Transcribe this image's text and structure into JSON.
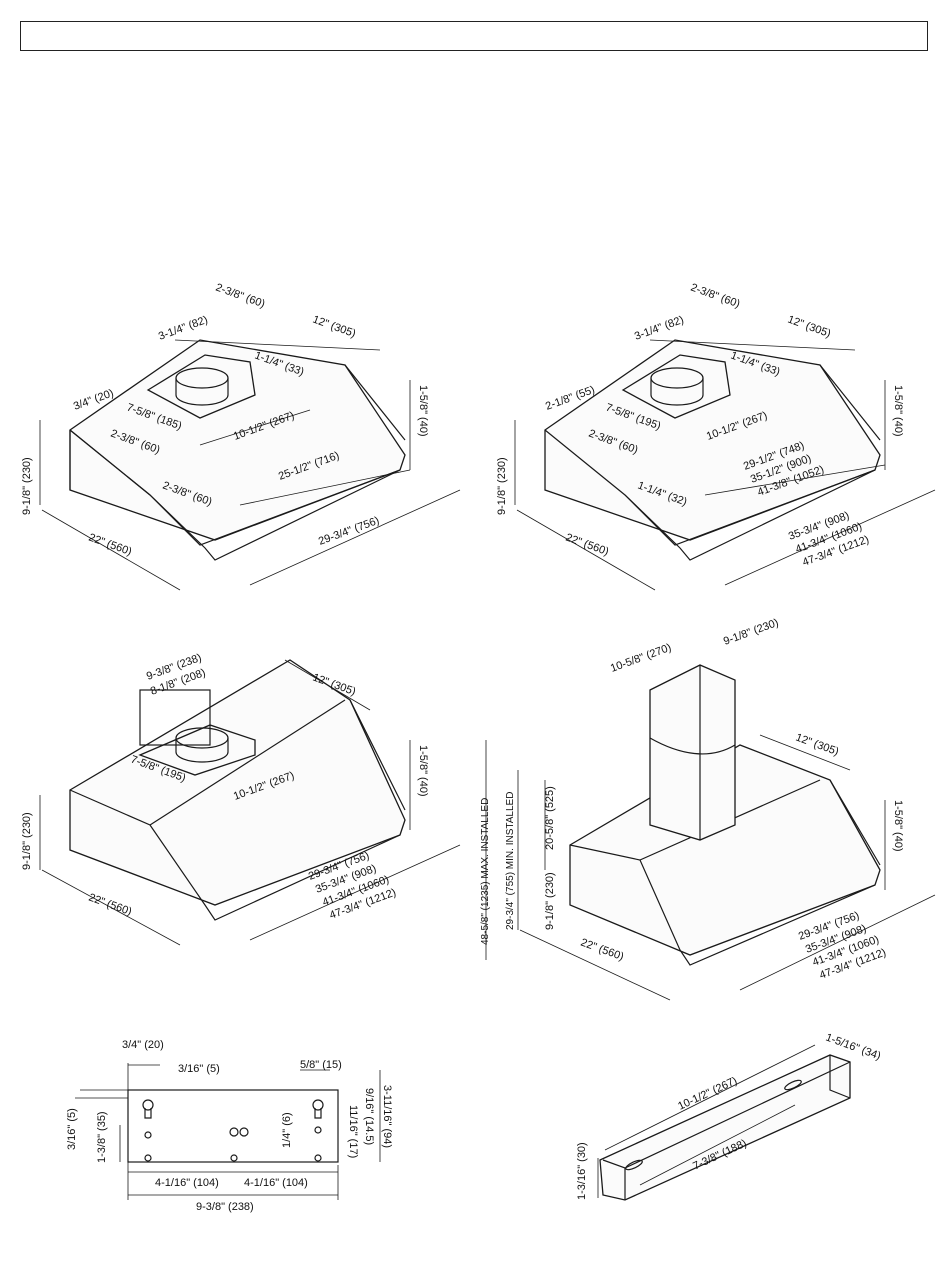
{
  "figure_a": {
    "labels": [
      "2-3/8\" (60)",
      "12\" (305)",
      "3-1/4\" (82)",
      "1-1/4\" (33)",
      "3/4\" (20)",
      "7-5/8\" (185)",
      "10-1/2\" (267)",
      "2-3/8\" (60)",
      "1-5/8\" (40)",
      "9-1/8\" (230)",
      "25-1/2\" (716)",
      "2-3/8\" (60)",
      "22\" (560)",
      "29-3/4\" (756)"
    ]
  },
  "figure_b": {
    "labels": [
      "2-3/8\" (60)",
      "12\" (305)",
      "3-1/4\" (82)",
      "1-1/4\" (33)",
      "2-1/8\" (55)",
      "7-5/8\" (195)",
      "10-1/2\" (267)",
      "2-3/8\" (60)",
      "1-5/8\" (40)",
      "9-1/8\" (230)",
      "1-1/4\" (32)",
      "22\" (560)"
    ],
    "depth_lines": [
      "29-1/2\" (748)",
      "35-1/2\" (900)",
      "41-3/8\" (1052)"
    ],
    "width_lines": [
      "35-3/4\" (908)",
      "41-3/4\" (1060)",
      "47-3/4\" (1212)"
    ]
  },
  "figure_c": {
    "labels": [
      "9-3/8\" (238)",
      "8-1/8\" (208)",
      "12\" (305)",
      "7-5/8\" (195)",
      "10-1/2\" (267)",
      "1-5/8\" (40)",
      "9-1/8\" (230)",
      "22\" (560)"
    ],
    "width_lines": [
      "29-3/4\" (756)",
      "35-3/4\" (908)",
      "41-3/4\" (1060)",
      "47-3/4\" (1212)"
    ]
  },
  "figure_d": {
    "labels": [
      "10-5/8\" (270)",
      "9-1/8\" (230)",
      "12\" (305)",
      "48-5/8\" (1235) MAX. INSTALLED",
      "29-3/4\" (755) MIN. INSTALLED",
      "20-5/8\" (525)",
      "1-5/8\" (40)",
      "9-1/8\" (230)",
      "22\" (560)"
    ],
    "width_lines": [
      "29-3/4\" (756)",
      "35-3/4\" (908)",
      "41-3/4\" (1060)",
      "47-3/4\" (1212)"
    ]
  },
  "figure_e": {
    "labels": [
      "3/4\" (20)",
      "3/16\" (5)",
      "5/8\" (15)",
      "3-11/16\" (94)",
      "9/16\" (14.5)",
      "11/16\" (17)",
      "1/4\" (6)",
      "3/16\" (5)",
      "1-3/8\" (35)",
      "4-1/16\" (104)",
      "4-1/16\" (104)",
      "9-3/8\" (238)"
    ]
  },
  "figure_f": {
    "labels": [
      "1-5/16\" (34)",
      "10-1/2\" (267)",
      "1-3/16\" (30)",
      "7-3/8\" (188)"
    ]
  }
}
